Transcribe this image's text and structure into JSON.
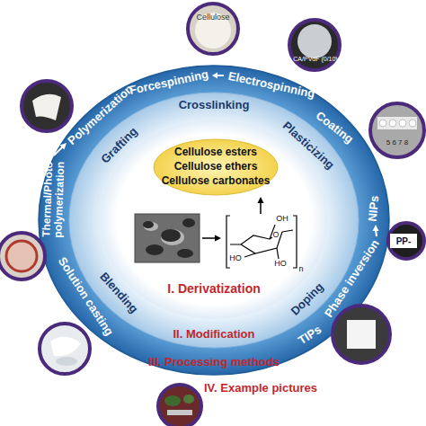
{
  "diagram": {
    "nodes": [
      {
        "text": [
          "Forcespinning",
          "Electrospinning",
          "Coating",
          "NIPs",
          "Phase inversion",
          "TIPs",
          "Solution casting",
          "Thermal/Photo polymerization",
          "Polymerization",
          "III. Processing methods"
        ]
      },
      {
        "text": [
          "Crosslinking",
          "Plasticizing",
          "Doping",
          "Blending",
          "Grafting",
          "II. Modification"
        ],
        "in": 0
      },
      {
        "text": [
          "I. Derivatization"
        ],
        "in": 1
      },
      {
        "text": [
          "Cellulose esters",
          "Cellulose ethers",
          "Cellulose carbonates"
        ],
        "in": 2
      },
      {
        "text": [
          "Cellulose"
        ]
      },
      {
        "text": [
          "CA/PVdF (0/10)"
        ]
      },
      {
        "text": [
          "PP-"
        ]
      }
    ],
    "labels": [
      "IV. Example pictures",
      "5 6 7 8",
      "HO",
      "OH",
      "HO",
      "O",
      "n"
    ]
  }
}
